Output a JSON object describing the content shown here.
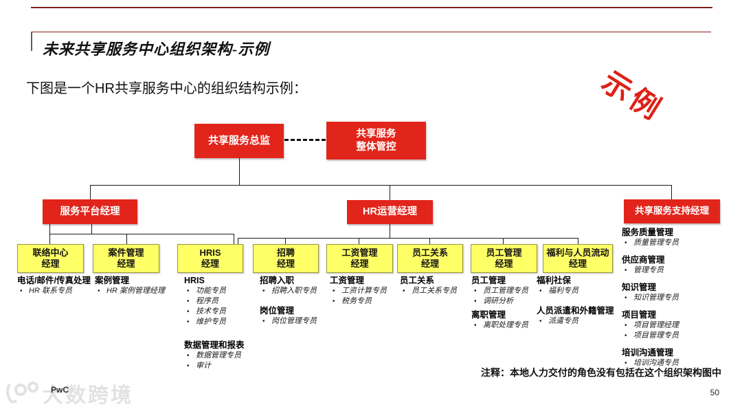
{
  "slide": {
    "title": "未来共享服务中心组织架构-示例",
    "subtitle": "下图是一个HR共享服务中心的组织结构示例：",
    "stamp": "示例",
    "note": "注释：本地人力交付的角色没有包括在这个组织架构图中",
    "page_number": "50",
    "footer_logo": "PwC",
    "watermark": "大数跨境"
  },
  "colors": {
    "box_red": "#E2251B",
    "box_yellow": "#FFFF66",
    "stamp_red": "#DE2116",
    "rule_maroon": "#7E201A"
  },
  "org": {
    "director": "共享服务总监",
    "governance": "共享服务\n整体管控",
    "managers": {
      "platform": "服务平台经理",
      "operations": "HR运营经理",
      "support": "共享服务支持经理"
    },
    "teams": [
      {
        "label": "联络中心\n经理",
        "groups": [
          {
            "heading": "电话/邮件/传真处理",
            "bullets": [
              "HR 联系专员"
            ]
          }
        ]
      },
      {
        "label": "案件管理\n经理",
        "groups": [
          {
            "heading": "案例管理",
            "bullets": [
              "HR 案例管理经理"
            ]
          }
        ]
      },
      {
        "label": "HRIS\n经理",
        "groups": [
          {
            "heading": "HRIS",
            "bullets": [
              "功能专员",
              "程序员",
              "技术专员",
              "维护专员"
            ]
          },
          {
            "heading": "数据管理和报表",
            "bullets": [
              "数据管理专员",
              "审计"
            ]
          }
        ]
      },
      {
        "label": "招聘\n经理",
        "groups": [
          {
            "heading": "招聘入职",
            "bullets": [
              "招聘入职专员"
            ]
          },
          {
            "heading": "岗位管理",
            "bullets": [
              "岗位管理专员"
            ]
          }
        ]
      },
      {
        "label": "工资管理\n经理",
        "groups": [
          {
            "heading": "工资管理",
            "bullets": [
              "工资计算专员",
              "税务专员"
            ]
          }
        ]
      },
      {
        "label": "员工关系\n经理",
        "groups": [
          {
            "heading": "员工关系",
            "bullets": [
              "员工关系专员"
            ]
          }
        ]
      },
      {
        "label": "员工管理\n经理",
        "groups": [
          {
            "heading": "员工管理",
            "bullets": [
              "员工管理专员",
              "调研分析"
            ]
          },
          {
            "heading": "离职管理",
            "bullets": [
              "离职处理专员"
            ]
          }
        ]
      },
      {
        "label": "福利与人员流动\n经理",
        "groups": [
          {
            "heading": "福利社保",
            "bullets": [
              "福利专员"
            ]
          },
          {
            "heading": "人员派遣和外籍管理",
            "bullets": [
              "派遣专员"
            ]
          }
        ]
      }
    ],
    "support_groups": [
      {
        "heading": "服务质量管理",
        "bullets": [
          "质量管理专员"
        ]
      },
      {
        "heading": "供应商管理",
        "bullets": [
          "管理专员"
        ]
      },
      {
        "heading": "知识管理",
        "bullets": [
          "知识管理专员"
        ]
      },
      {
        "heading": "项目管理",
        "bullets": [
          "项目管理经理",
          "项目管理专员"
        ]
      },
      {
        "heading": "培训沟通管理",
        "bullets": [
          "培训沟通专员"
        ]
      }
    ]
  }
}
